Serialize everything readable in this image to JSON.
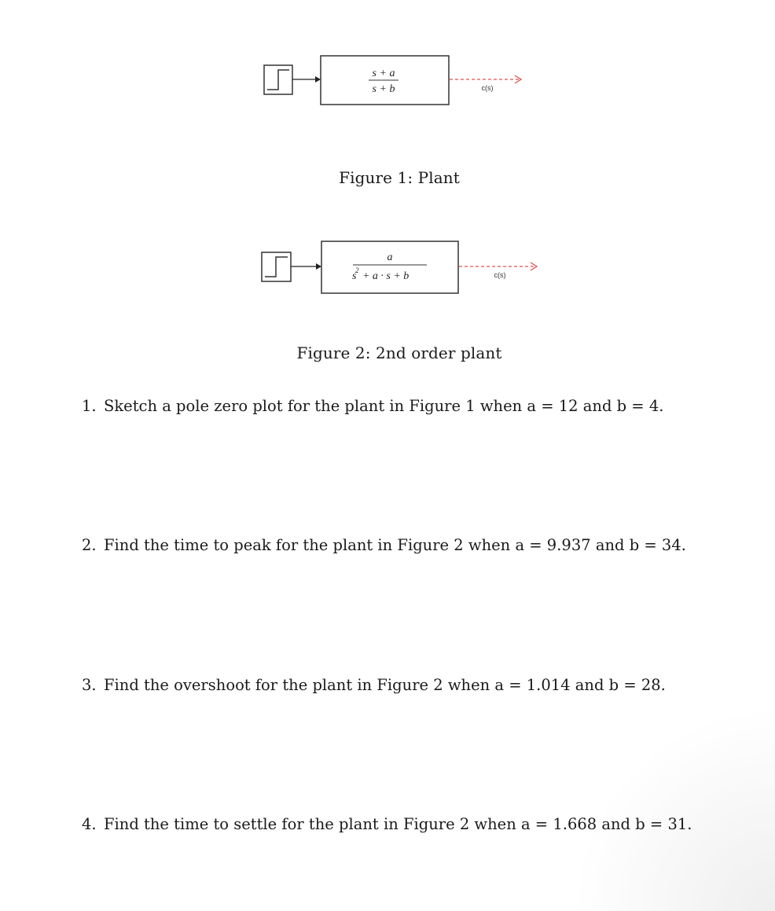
{
  "figures": [
    {
      "caption": "Figure 1: Plant",
      "transfer_function": {
        "numerator": "s + a",
        "denominator": "s + b"
      },
      "output_label": "c(s)"
    },
    {
      "caption": "Figure 2: 2nd order plant",
      "transfer_function": {
        "numerator": "a",
        "denominator_s": "s",
        "denominator_power": "2",
        "denominator_rest": "+ a · s + b"
      },
      "output_label": "c(s)"
    }
  ],
  "questions": [
    {
      "number": "1.",
      "text": "Sketch a pole zero plot for the plant in Figure 1 when a = 12 and b = 4."
    },
    {
      "number": "2.",
      "text": "Find the time to peak for the plant in Figure 2 when a = 9.937 and b = 34."
    },
    {
      "number": "3.",
      "text": "Find the overshoot for the plant in Figure 2 when a = 1.014 and b = 28."
    },
    {
      "number": "4.",
      "text": "Find the time to settle for the plant in Figure 2 when a = 1.668 and b = 31."
    }
  ],
  "colors": {
    "signal_line": "#e05050",
    "block_border": "#333333"
  }
}
